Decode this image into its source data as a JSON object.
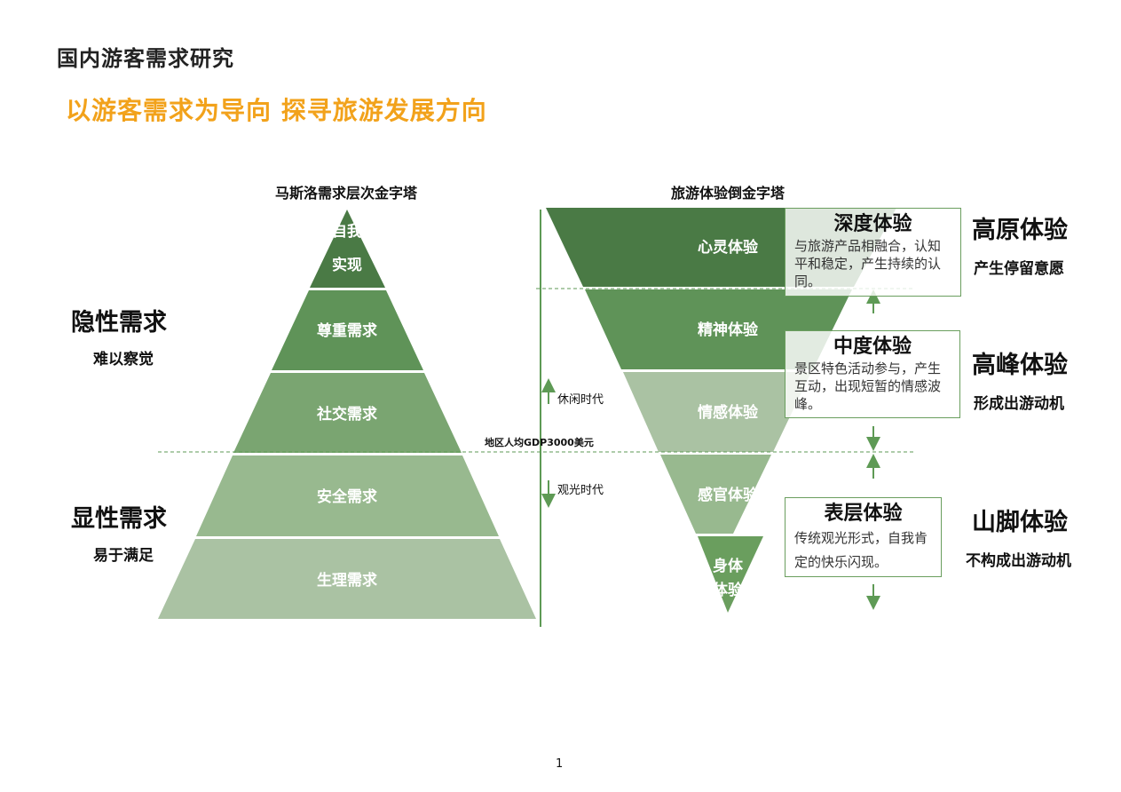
{
  "page": {
    "title": "国内游客需求研究",
    "subtitle": "以游客需求为导向  探寻旅游发展方向",
    "page_number": "1"
  },
  "maslow": {
    "title": "马斯洛需求层次金字塔",
    "layers": [
      "自我实现",
      "尊重需求",
      "社交需求",
      "安全需求",
      "生理需求"
    ],
    "top_layer_line1": "自我",
    "top_layer_line2": "实现"
  },
  "tourism": {
    "title": "旅游体验倒金字塔",
    "layers": [
      "心灵体验",
      "精神体验",
      "情感体验",
      "感官体验",
      "身体体验"
    ],
    "bottom_layer_line1": "身体",
    "bottom_layer_line2": "体验"
  },
  "left_labels": {
    "hidden": {
      "title": "隐性需求",
      "sub": "难以察觉"
    },
    "explicit": {
      "title": "显性需求",
      "sub": "易于满足"
    }
  },
  "divider": {
    "gdp_label": "地区人均GDP3000美元",
    "up_era": "休闲时代",
    "down_era": "观光时代"
  },
  "experience_boxes": [
    {
      "title": "深度体验",
      "desc": "与旅游产品相融合，认知平和稳定，产生持续的认同。"
    },
    {
      "title": "中度体验",
      "desc": "景区特色活动参与，产生互动，出现短暂的情感波峰。"
    },
    {
      "title": "表层体验",
      "desc": "传统观光形式，自我肯定的快乐闪现。"
    }
  ],
  "right_labels": [
    {
      "title": "高原体验",
      "sub": "产生停留意愿"
    },
    {
      "title": "高峰体验",
      "sub": "形成出游动机"
    },
    {
      "title": "山脚体验",
      "sub": "不构成出游动机"
    }
  ],
  "colors": {
    "darkest": "#4a7a45",
    "dark": "#5f9358",
    "mid": "#7aa571",
    "light": "#98b98f",
    "lightest": "#aac2a3",
    "accent_orange": "#f2a21b",
    "arrow_green": "#5e9a55"
  }
}
